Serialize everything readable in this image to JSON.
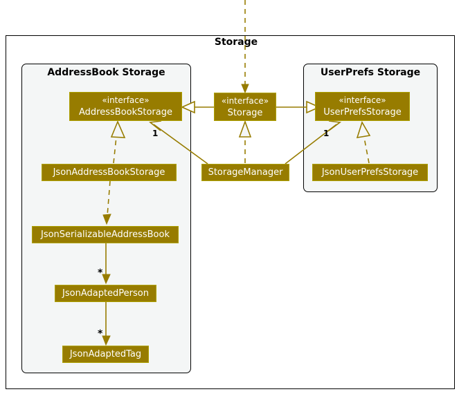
{
  "diagram": {
    "type": "uml-class-diagram",
    "outer_package": {
      "title": "Storage"
    },
    "packages": [
      {
        "id": "addressbook",
        "title": "AddressBook Storage"
      },
      {
        "id": "userprefs",
        "title": "UserPrefs Storage"
      }
    ],
    "classes": [
      {
        "id": "addressbookstorage",
        "stereotype": "«interface»",
        "name": "AddressBookStorage"
      },
      {
        "id": "storage",
        "stereotype": "«interface»",
        "name": "Storage"
      },
      {
        "id": "userprefsstorage",
        "stereotype": "«interface»",
        "name": "UserPrefsStorage"
      },
      {
        "id": "jsonaddressbookstorage",
        "stereotype": "",
        "name": "JsonAddressBookStorage"
      },
      {
        "id": "storagemanager",
        "stereotype": "",
        "name": "StorageManager"
      },
      {
        "id": "jsonuserprefsstorage",
        "stereotype": "",
        "name": "JsonUserPrefsStorage"
      },
      {
        "id": "jsonserializableaddressbook",
        "stereotype": "",
        "name": "JsonSerializableAddressBook"
      },
      {
        "id": "jsonadaptedperson",
        "stereotype": "",
        "name": "JsonAdaptedPerson"
      },
      {
        "id": "jsonadaptedtag",
        "stereotype": "",
        "name": "JsonAdaptedTag"
      }
    ],
    "edge_labels": {
      "storagemanager_to_addressbookstorage": "1",
      "storagemanager_to_userprefsstorage": "1",
      "jsonserializable_to_person": "*",
      "person_to_tag": "*"
    },
    "colors": {
      "class_fill": "#977C00",
      "class_border": "#ADA000",
      "class_text": "#FFFFFF",
      "line": "#977C00",
      "package_fill": "#F4F6F6",
      "package_border": "#000000",
      "canvas": "#FFFFFF"
    }
  }
}
